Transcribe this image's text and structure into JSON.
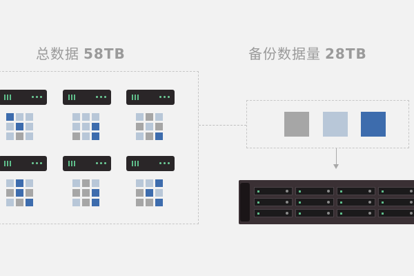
{
  "labels": {
    "total_text": "总数据",
    "total_value": "58TB",
    "backup_text": "备份数据量",
    "backup_value": "28TB"
  },
  "colors": {
    "background": "#f2f2f2",
    "block_blue": "#3d6cad",
    "block_light": "#b8c7d8",
    "block_gray": "#a6a6a6",
    "server_body": "#2a2628",
    "status_green": "#5fbe8b"
  },
  "servers": [
    {
      "name": "server-1",
      "blocks": [
        "blue",
        "light",
        "light",
        "light",
        "blue",
        "light",
        "light",
        "gray",
        "light"
      ]
    },
    {
      "name": "server-2",
      "blocks": [
        "light",
        "light",
        "light",
        "light",
        "light",
        "blue",
        "gray",
        "light",
        "blue"
      ]
    },
    {
      "name": "server-3",
      "blocks": [
        "light",
        "gray",
        "light",
        "gray",
        "light",
        "gray",
        "light",
        "gray",
        "blue"
      ]
    },
    {
      "name": "server-4",
      "blocks": [
        "light",
        "blue",
        "light",
        "gray",
        "blue",
        "gray",
        "light",
        "gray",
        "blue"
      ]
    },
    {
      "name": "server-5",
      "blocks": [
        "light",
        "gray",
        "light",
        "gray",
        "gray",
        "blue",
        "light",
        "gray",
        "blue"
      ]
    },
    {
      "name": "server-6",
      "blocks": [
        "light",
        "light",
        "blue",
        "gray",
        "blue",
        "light",
        "gray",
        "gray",
        "blue"
      ]
    }
  ],
  "backup_blocks": [
    "gray",
    "light",
    "blue"
  ],
  "storage_array": {
    "bays": 12
  }
}
